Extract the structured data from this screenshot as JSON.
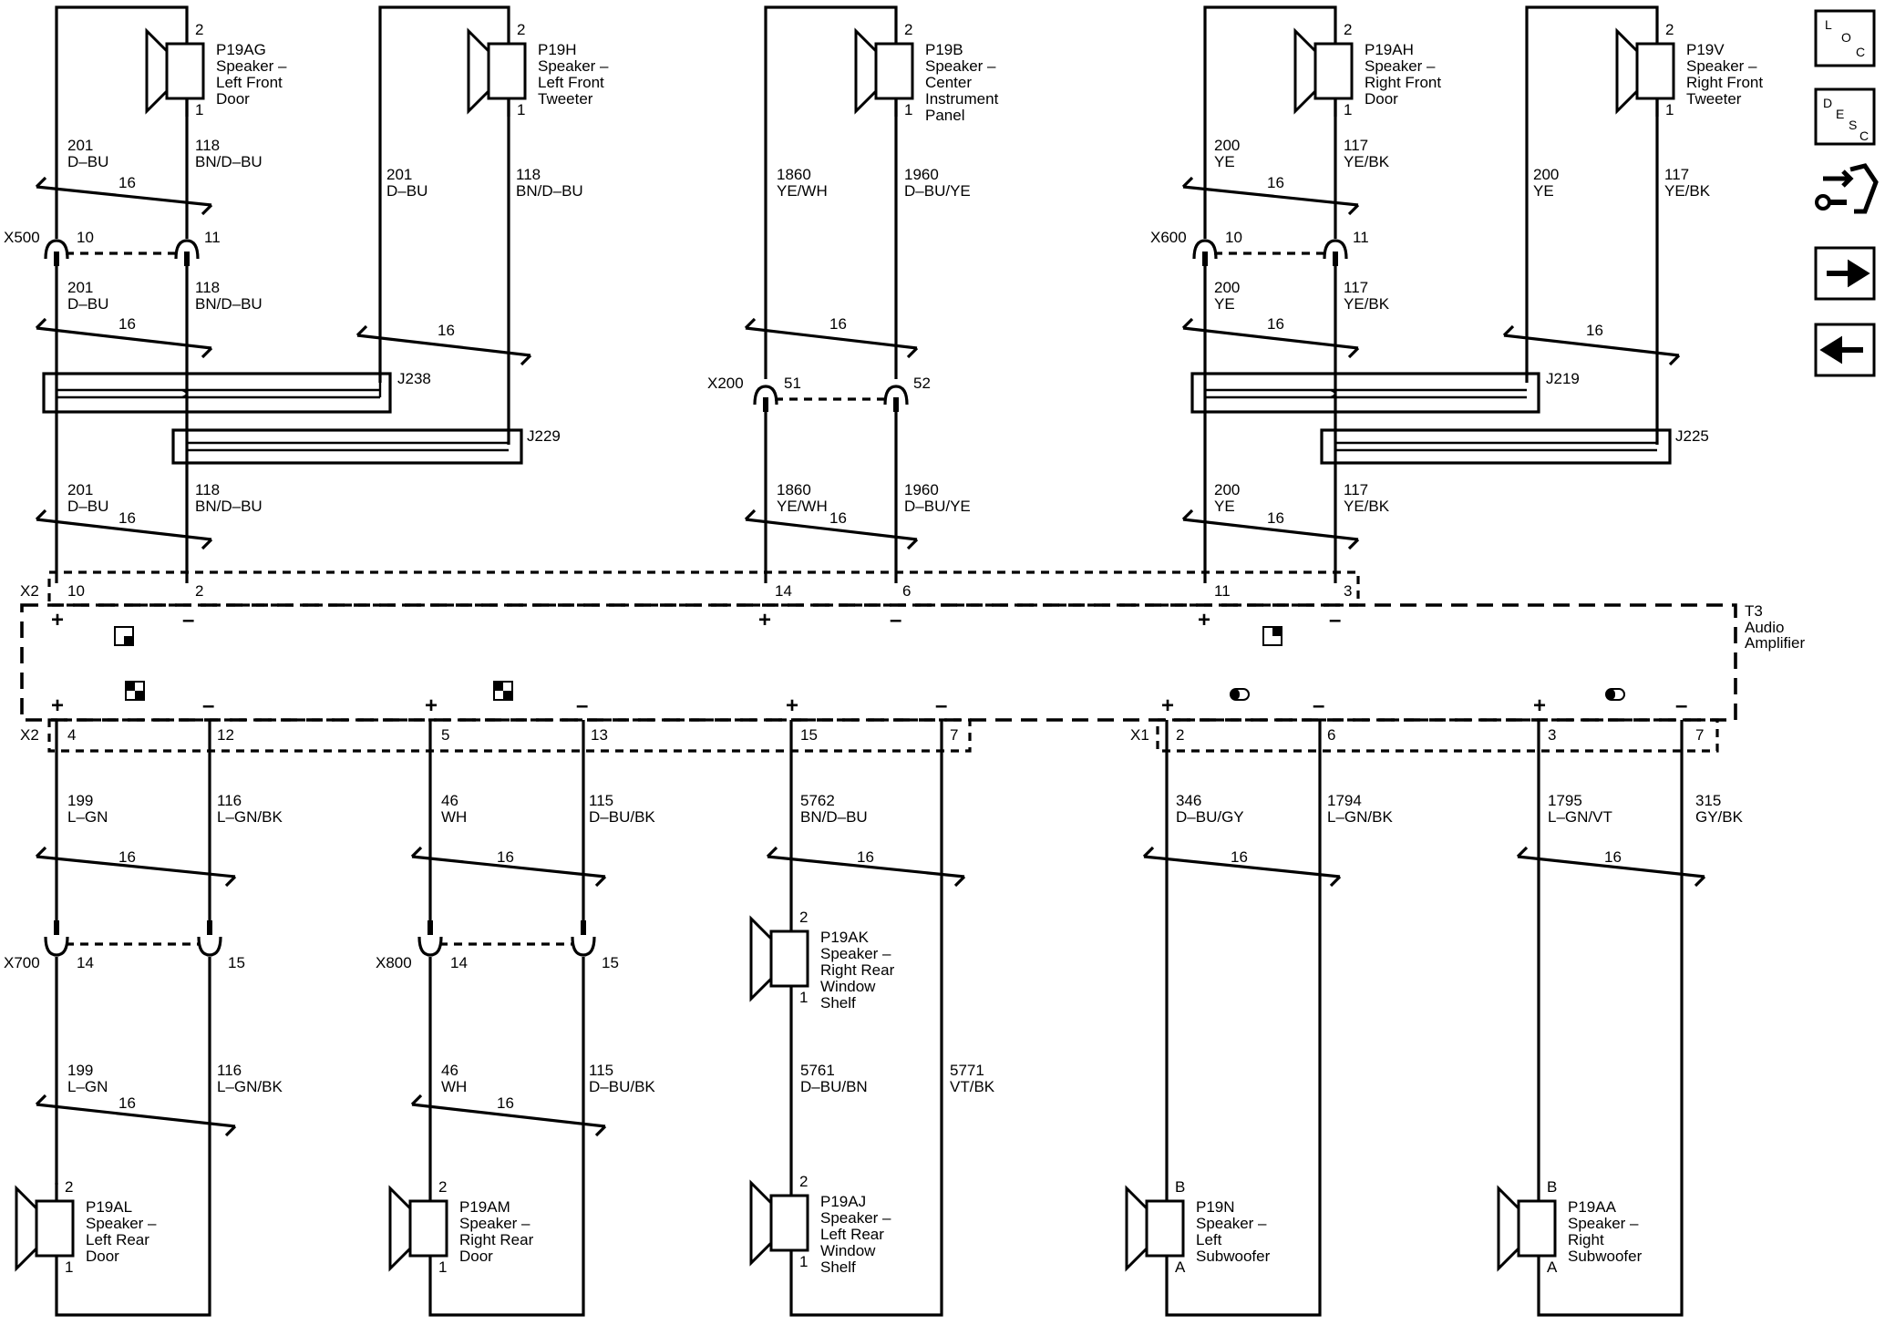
{
  "speakers": [
    {
      "id": "P19AG",
      "lines": [
        "Speaker –",
        "Left Front",
        "Door"
      ],
      "pin_top": "2",
      "pin_bottom": "1"
    },
    {
      "id": "P19H",
      "lines": [
        "Speaker –",
        "Left Front",
        "Tweeter"
      ],
      "pin_top": "2",
      "pin_bottom": "1"
    },
    {
      "id": "P19B",
      "lines": [
        "Speaker –",
        "Center",
        "Instrument",
        "Panel"
      ],
      "pin_top": "2",
      "pin_bottom": "1"
    },
    {
      "id": "P19AH",
      "lines": [
        "Speaker –",
        "Right Front",
        "Door"
      ],
      "pin_top": "2",
      "pin_bottom": "1"
    },
    {
      "id": "P19V",
      "lines": [
        "Speaker –",
        "Right Front",
        "Tweeter"
      ],
      "pin_top": "2",
      "pin_bottom": "1"
    },
    {
      "id": "P19AK",
      "lines": [
        "Speaker –",
        "Right Rear",
        "Window",
        "Shelf"
      ],
      "pin_top": "2",
      "pin_bottom": "1"
    },
    {
      "id": "P19AL",
      "lines": [
        "Speaker –",
        "Left Rear",
        "Door"
      ],
      "pin_top": "2",
      "pin_bottom": "1"
    },
    {
      "id": "P19AM",
      "lines": [
        "Speaker –",
        "Right Rear",
        "Door"
      ],
      "pin_top": "2",
      "pin_bottom": "1"
    },
    {
      "id": "P19AJ",
      "lines": [
        "Speaker –",
        "Left Rear",
        "Window",
        "Shelf"
      ],
      "pin_top": "2",
      "pin_bottom": "1"
    },
    {
      "id": "P19N",
      "lines": [
        "Speaker –",
        "Left",
        "Subwoofer"
      ],
      "pin_top": "B",
      "pin_bottom": "A"
    },
    {
      "id": "P19AA",
      "lines": [
        "Speaker –",
        "Right",
        "Subwoofer"
      ],
      "pin_top": "B",
      "pin_bottom": "A"
    }
  ],
  "wires": [
    {
      "circuit": "201",
      "color": "D–BU"
    },
    {
      "circuit": "118",
      "color": "BN/D–BU"
    },
    {
      "circuit": "201",
      "color": "D–BU"
    },
    {
      "circuit": "118",
      "color": "BN/D–BU"
    },
    {
      "circuit": "1860",
      "color": "YE/WH"
    },
    {
      "circuit": "1960",
      "color": "D–BU/YE"
    },
    {
      "circuit": "200",
      "color": "YE"
    },
    {
      "circuit": "117",
      "color": "YE/BK"
    },
    {
      "circuit": "200",
      "color": "YE"
    },
    {
      "circuit": "117",
      "color": "YE/BK"
    },
    {
      "circuit": "201",
      "color": "D–BU"
    },
    {
      "circuit": "118",
      "color": "BN/D–BU"
    },
    {
      "circuit": "200",
      "color": "YE"
    },
    {
      "circuit": "117",
      "color": "YE/BK"
    },
    {
      "circuit": "201",
      "color": "D–BU"
    },
    {
      "circuit": "118",
      "color": "BN/D–BU"
    },
    {
      "circuit": "1860",
      "color": "YE/WH"
    },
    {
      "circuit": "1960",
      "color": "D–BU/YE"
    },
    {
      "circuit": "200",
      "color": "YE"
    },
    {
      "circuit": "117",
      "color": "YE/BK"
    },
    {
      "circuit": "199",
      "color": "L–GN"
    },
    {
      "circuit": "116",
      "color": "L–GN/BK"
    },
    {
      "circuit": "46",
      "color": "WH"
    },
    {
      "circuit": "115",
      "color": "D–BU/BK"
    },
    {
      "circuit": "5762",
      "color": "BN/D–BU"
    },
    {
      "circuit": "346",
      "color": "D–BU/GY"
    },
    {
      "circuit": "1794",
      "color": "L–GN/BK"
    },
    {
      "circuit": "1795",
      "color": "L–GN/VT"
    },
    {
      "circuit": "315",
      "color": "GY/BK"
    },
    {
      "circuit": "199",
      "color": "L–GN"
    },
    {
      "circuit": "116",
      "color": "L–GN/BK"
    },
    {
      "circuit": "46",
      "color": "WH"
    },
    {
      "circuit": "115",
      "color": "D–BU/BK"
    },
    {
      "circuit": "5761",
      "color": "D–BU/BN"
    },
    {
      "circuit": "5771",
      "color": "VT/BK"
    }
  ],
  "gauges": [
    "16",
    "16",
    "16",
    "16",
    "16",
    "16",
    "16",
    "16",
    "16",
    "16",
    "16",
    "16",
    "16",
    "16",
    "16",
    "16",
    "16",
    "16"
  ],
  "inline_connectors": [
    {
      "id": "X500",
      "pin_a": "10",
      "pin_b": "11"
    },
    {
      "id": "X600",
      "pin_a": "10",
      "pin_b": "11"
    },
    {
      "id": "X200",
      "pin_a": "51",
      "pin_b": "52"
    },
    {
      "id": "X700",
      "pin_a": "14",
      "pin_b": "15"
    },
    {
      "id": "X800",
      "pin_a": "14",
      "pin_b": "15"
    }
  ],
  "splices": [
    "J238",
    "J229",
    "J219",
    "J225"
  ],
  "amplifier": {
    "id": "T3",
    "name_lines": [
      "Audio",
      "Amplifier"
    ]
  },
  "amp_connectors": {
    "top": {
      "id": "X2",
      "pins": [
        "10",
        "2",
        "14",
        "6",
        "11",
        "3"
      ]
    },
    "bottom_left": {
      "id": "X2",
      "pins": [
        "4",
        "12",
        "5",
        "13",
        "15",
        "7"
      ]
    },
    "bottom_right": {
      "id": "X1",
      "pins": [
        "2",
        "6",
        "3",
        "7"
      ]
    }
  },
  "polarity": {
    "plus": "+",
    "minus": "–"
  },
  "nav": {
    "loc": [
      "L",
      "O",
      "C"
    ],
    "desc": [
      "D",
      "E",
      "S",
      "C"
    ]
  }
}
